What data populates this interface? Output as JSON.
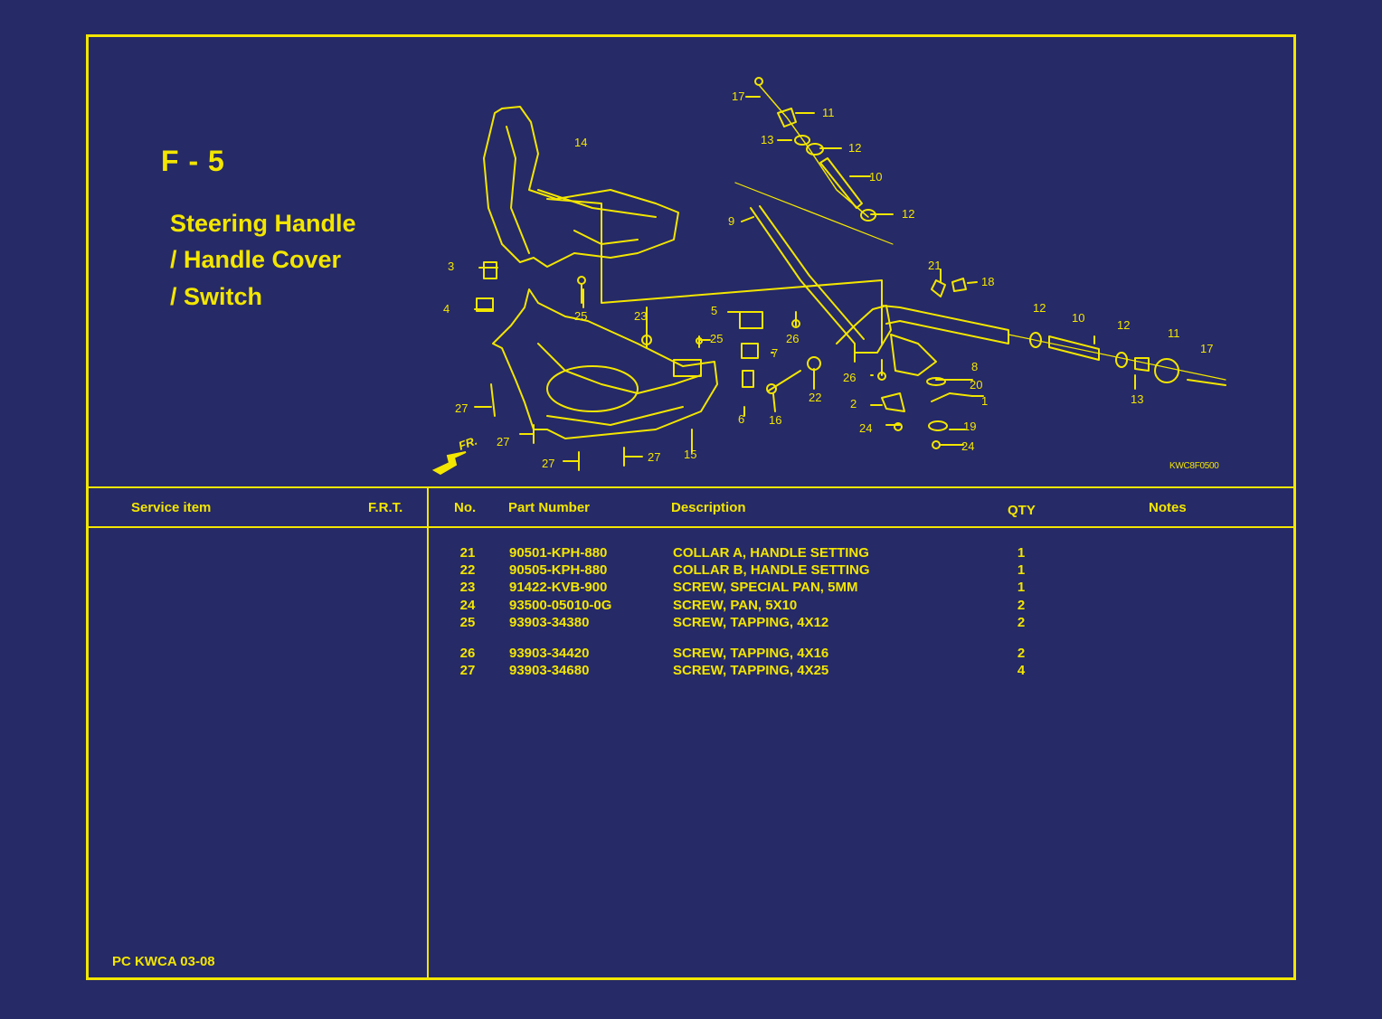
{
  "header": {
    "code": "F - 5",
    "title_lines": [
      "Steering Handle",
      "/ Handle Cover",
      "/ Switch"
    ]
  },
  "diagram": {
    "figure_code": "KWC8F0500",
    "front_marker": "FR.",
    "callouts": [
      "1",
      "2",
      "3",
      "4",
      "5",
      "6",
      "7",
      "8",
      "9",
      "10",
      "11",
      "12",
      "13",
      "14",
      "15",
      "16",
      "17",
      "18",
      "19",
      "20",
      "21",
      "22",
      "23",
      "24",
      "25",
      "26",
      "27"
    ]
  },
  "table": {
    "headers": {
      "service_item": "Service item",
      "frt": "F.R.T.",
      "no": "No.",
      "part_number": "Part Number",
      "description": "Description",
      "qty": "QTY",
      "notes": "Notes"
    },
    "rows": [
      {
        "no": "21",
        "part_number": "90501-KPH-880",
        "description": "COLLAR A, HANDLE SETTING",
        "qty": "1"
      },
      {
        "no": "22",
        "part_number": "90505-KPH-880",
        "description": "COLLAR B, HANDLE SETTING",
        "qty": "1"
      },
      {
        "no": "23",
        "part_number": "91422-KVB-900",
        "description": "SCREW, SPECIAL PAN, 5MM",
        "qty": "1"
      },
      {
        "no": "24",
        "part_number": "93500-05010-0G",
        "description": "SCREW, PAN, 5X10",
        "qty": "2"
      },
      {
        "no": "25",
        "part_number": "93903-34380",
        "description": "SCREW, TAPPING, 4X12",
        "qty": "2"
      },
      {
        "no": "26",
        "part_number": "93903-34420",
        "description": "SCREW, TAPPING, 4X16",
        "qty": "2"
      },
      {
        "no": "27",
        "part_number": "93903-34680",
        "description": "SCREW, TAPPING, 4X25",
        "qty": "4"
      }
    ]
  },
  "footer": {
    "code": "PC KWCA 03-08"
  },
  "colors": {
    "background": "#262a66",
    "accent": "#f3e600"
  }
}
